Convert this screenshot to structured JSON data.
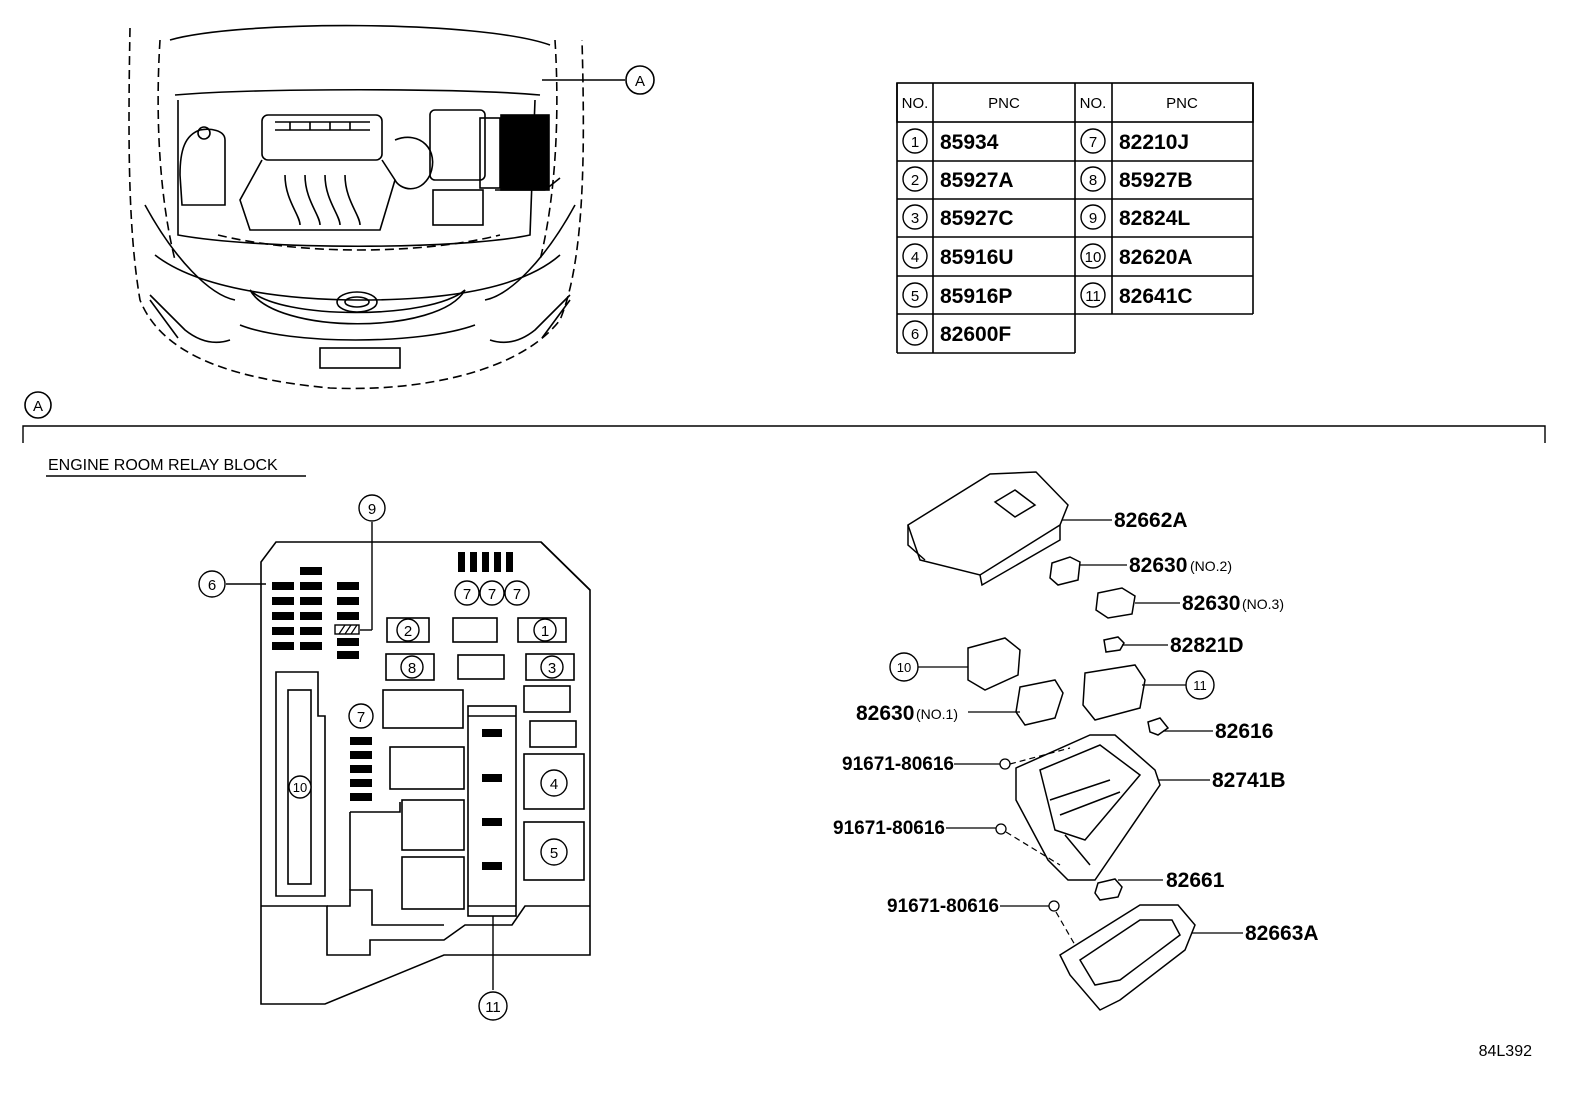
{
  "callout_letter": "A",
  "section_title": "ENGINE ROOM RELAY BLOCK",
  "drawing_code": "84L392",
  "table": {
    "headers": {
      "no": "NO.",
      "pnc": "PNC"
    },
    "left": [
      {
        "no": "1",
        "pnc": "85934"
      },
      {
        "no": "2",
        "pnc": "85927A"
      },
      {
        "no": "3",
        "pnc": "85927C"
      },
      {
        "no": "4",
        "pnc": "85916U"
      },
      {
        "no": "5",
        "pnc": "85916P"
      },
      {
        "no": "6",
        "pnc": "82600F"
      }
    ],
    "right": [
      {
        "no": "7",
        "pnc": "82210J"
      },
      {
        "no": "8",
        "pnc": "85927B"
      },
      {
        "no": "9",
        "pnc": "82824L"
      },
      {
        "no": "10",
        "pnc": "82620A"
      },
      {
        "no": "11",
        "pnc": "82641C"
      }
    ]
  },
  "block_callouts": {
    "c6": "6",
    "c9": "9",
    "c7a": "7",
    "c7b": "7",
    "c7c": "7",
    "c2": "2",
    "c1": "1",
    "c8": "8",
    "c3": "3",
    "c7d": "7",
    "c4": "4",
    "c5": "5",
    "c10": "10",
    "c11": "11"
  },
  "exploded": {
    "p82662A": "82662A",
    "p82630_no2": "82630",
    "p82630_no2_note": "(NO.2)",
    "p82630_no3": "82630",
    "p82630_no3_note": "(NO.3)",
    "p82821D": "82821D",
    "c10": "10",
    "c11": "11",
    "p82630_no1": "82630",
    "p82630_no1_note": "(NO.1)",
    "p82616": "82616",
    "bolt1": "91671-80616",
    "p82741B": "82741B",
    "bolt2": "91671-80616",
    "p82661": "82661",
    "bolt3": "91671-80616",
    "p82663A": "82663A"
  }
}
